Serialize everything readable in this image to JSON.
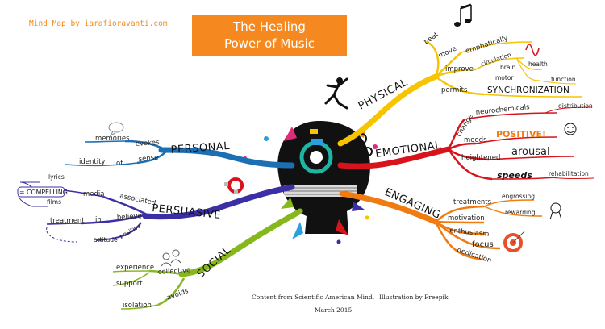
{
  "credit": "Mind Map by iarafioravanti.com",
  "title_line1": "The Healing",
  "title_line2": "Power of Music",
  "footer": {
    "source": "Content from Scientific American Mind,",
    "illustration": "Illustration by Freepik",
    "date": "March 2015"
  },
  "colors": {
    "physical": "#f6c400",
    "emotional": "#d7141c",
    "engaging": "#f07c11",
    "personal": "#1d6fb4",
    "persuasive": "#3b2fa6",
    "social": "#86b81d",
    "title_box": "#f5891f"
  },
  "branches": {
    "physical": {
      "label": "PHYSICAL",
      "items": {
        "beat": "beat",
        "move": "move",
        "emphatically": "emphatically",
        "improve": "improve",
        "circulation": "circulation",
        "brain": "brain",
        "health": "health",
        "motor": "motor",
        "function": "function",
        "permits": "permits",
        "synchronization": "SYNCHRONIZATION"
      }
    },
    "emotional": {
      "label": "EMOTIONAL",
      "items": {
        "change": "change",
        "neurochemicals": "neurochemicals",
        "distribution": "distribution",
        "moods": "moods",
        "positive": "POSITIVE!",
        "heightened": "heightened",
        "arousal": "arousal",
        "speeds": "speeds",
        "rehabilitation": "rehabilitation"
      }
    },
    "engaging": {
      "label": "ENGAGING",
      "items": {
        "treatments": "treatments",
        "engrossing": "engrossing",
        "rewarding": "rewarding",
        "motivation": "motivation",
        "enthusiasm": "enthusiasm",
        "focus": "focus",
        "dedication": "dedication"
      }
    },
    "personal": {
      "label": "PERSONAL",
      "items": {
        "memories": "memories",
        "evokes": "evokes",
        "identity": "identity",
        "of": "of",
        "sense": "sense"
      }
    },
    "persuasive": {
      "label": "PERSUASIVE",
      "items": {
        "lyrics": "lyrics",
        "compelling": "= COMPELLING",
        "films": "films",
        "media": "media",
        "associated": "associated",
        "treatment": "treatment",
        "in": "in",
        "believe": "believe",
        "attitude": "attitude",
        "positive": "positive"
      }
    },
    "social": {
      "label": "SOCIAL",
      "items": {
        "experience": "experience",
        "collective": "collective",
        "support": "support",
        "avoids": "avoids",
        "isolation": "isolation"
      }
    }
  }
}
